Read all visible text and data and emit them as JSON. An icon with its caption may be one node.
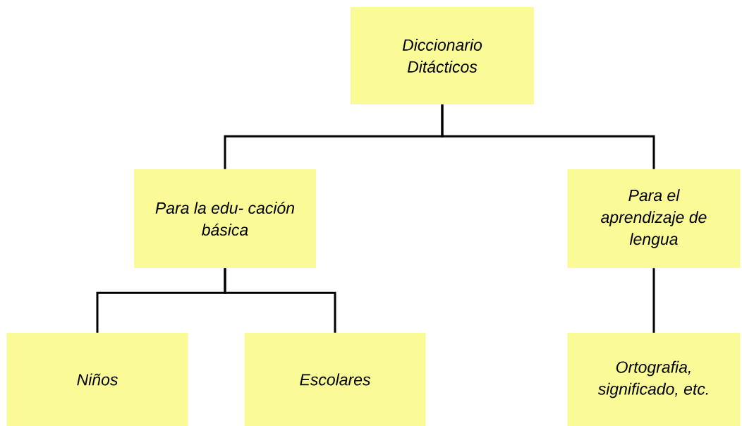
{
  "diagram": {
    "nodes": [
      {
        "text": [
          "Diccionario Ditácticos"
        ]
      },
      {
        "text": [
          "Para la edu- cación básica"
        ]
      },
      {
        "text": [
          "Para el aprendizaje de lengua"
        ]
      },
      {
        "text": [
          "Niños"
        ]
      },
      {
        "text": [
          "Escolares"
        ]
      },
      {
        "text": [
          "Ortografia, significado, etc."
        ]
      }
    ],
    "edges": [
      {
        "from": 0,
        "to": 1,
        "arrow": "none"
      },
      {
        "from": 0,
        "to": 2,
        "arrow": "none"
      },
      {
        "from": 1,
        "to": 3,
        "arrow": "none"
      },
      {
        "from": 1,
        "to": 4,
        "arrow": "none"
      },
      {
        "from": 2,
        "to": 5,
        "arrow": "none"
      }
    ]
  }
}
